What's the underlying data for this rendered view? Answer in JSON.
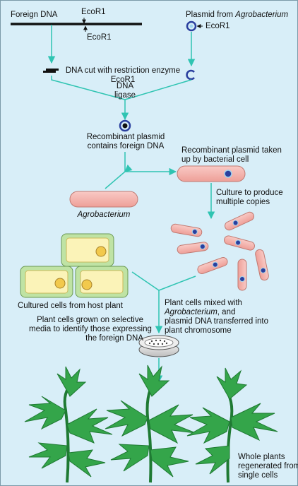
{
  "labels": {
    "foreign_dna": "Foreign DNA",
    "ecor1_top": "EcoR1",
    "ecor1_bottom": "EcoR1",
    "plasmid_from": "Plasmid from ",
    "agrobacterium_word": "Agrobacterium",
    "ecor1_plasmid": "EcoR1",
    "dna_cut_1": "DNA cut with restriction enzyme",
    "dna_cut_2": "EcoR1",
    "dna_ligase_1": "DNA",
    "dna_ligase_2": "ligase",
    "recomb_1": "Recombinant plasmid",
    "recomb_2": "contains foreign DNA",
    "taken_up_1": "Recombinant plasmid taken",
    "taken_up_2": "up by bacterial cell",
    "culture_1": "Culture to produce",
    "culture_2": "multiple copies",
    "agrobacterium_label": "Agrobacterium",
    "cultured_cells": "Cultured cells from host plant",
    "mixed_1": "Plant cells mixed with",
    "mixed_2": "Agrobacterium",
    "mixed_2_suffix": ", and",
    "mixed_3": "plasmid DNA transferred into",
    "mixed_4": "plant chromosome",
    "grown_1": "Plant cells grown on selective",
    "grown_2": "media to identify those expressing",
    "grown_3": "the foreign DNA",
    "whole_1": "Whole plants",
    "whole_2": "regenerated from",
    "whole_3": "single cells"
  },
  "colors": {
    "background": "#d8eef8",
    "arrow": "#2fc4b2",
    "bacterium_fill": "#f4b3ae",
    "bacterium_stroke": "#c07a72",
    "plant_cell_outer": "#bfe3a4",
    "plant_cell_inner": "#fbf3b8",
    "nucleus": "#f2c94c",
    "leaf": "#34a54a",
    "leaf_dark": "#1f7a33",
    "plasmid": "#2a3f9e"
  }
}
